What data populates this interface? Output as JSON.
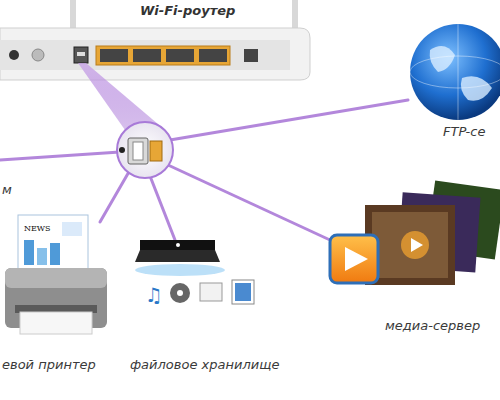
{
  "diagram": {
    "labels": [
      "Wi-Fi-роутер",
      "FTP-се",
      "м",
      "NEWS",
      "медиа-сервер",
      "евой принтер",
      "файловое хранилище"
    ]
  }
}
